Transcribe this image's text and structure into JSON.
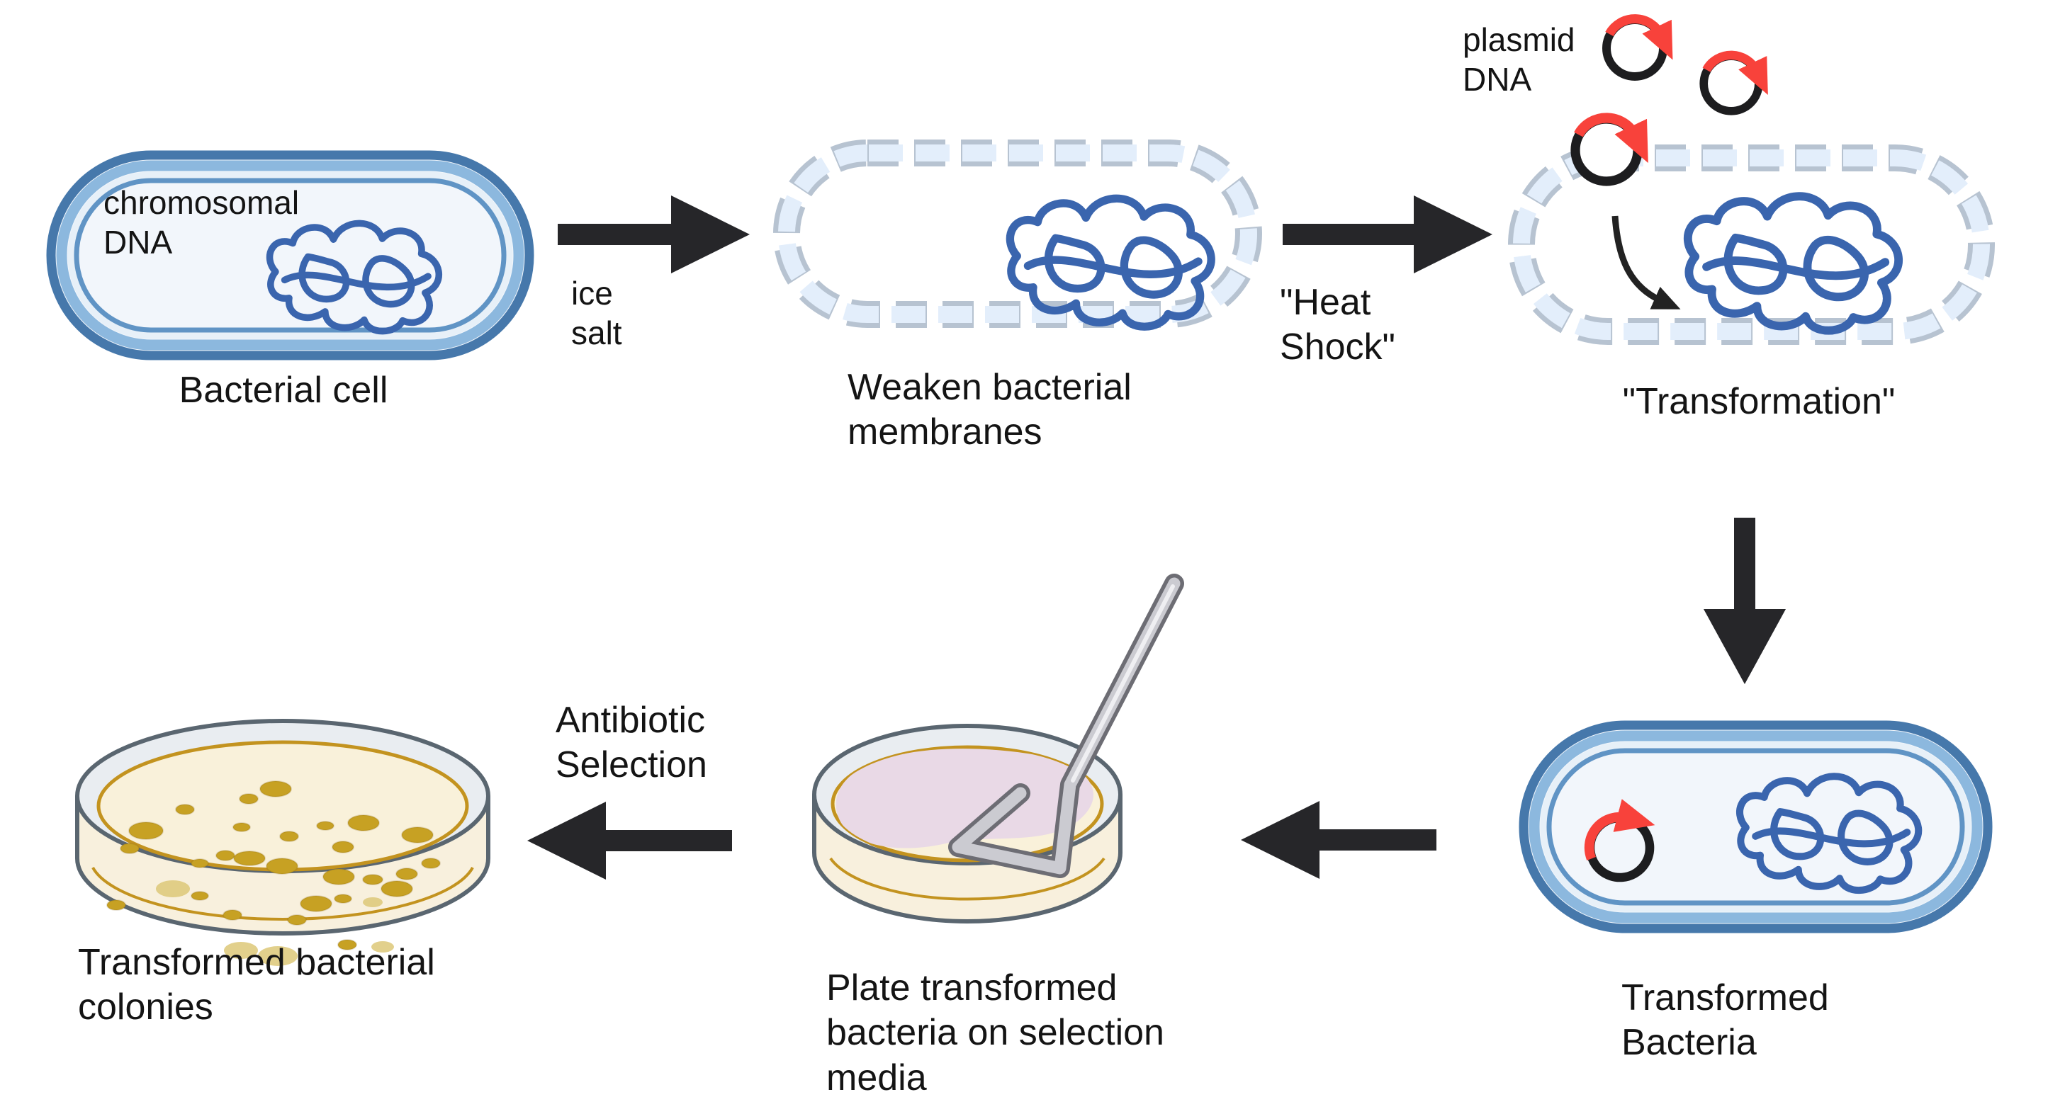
{
  "colors": {
    "membrane_dark": "#4678ab",
    "membrane_light": "#8cb8de",
    "membrane_pale": "#e7f0f8",
    "membrane_inner": "#6094c5",
    "cell_fill": "#f2f6fb",
    "dashed_gray": "#b7c3d1",
    "dashed_blue": "#e3eefb",
    "dna_blue": "#3a65ae",
    "plasmid_black": "#1d1d1f",
    "plasmid_red": "#f8423b",
    "arrow_black": "#262629",
    "dish_outline": "#5a6670",
    "dish_rim": "#e9edf1",
    "media_cream": "#f9f1da",
    "media_gold": "#c3931f",
    "colony_gold": "#c7a123",
    "colony_pale": "#ddc878",
    "spread_pink": "#e9d9e6",
    "spreader_gray": "#cbcbd1"
  },
  "labels": {
    "chromosomal_dna": "chromosomal\nDNA",
    "bacterial_cell": "Bacterial cell",
    "ice_salt": "ice\nsalt",
    "weaken_membranes": "Weaken bacterial\nmembranes",
    "heat_shock": "\"Heat\nShock\"",
    "plasmid_dna": "plasmid\nDNA",
    "transformation": "\"Transformation\"",
    "transformed_bacteria": "Transformed\nBacteria",
    "plate_bacteria": "Plate transformed\nbacteria on selection\nmedia",
    "antibiotic_selection": "Antibiotic\nSelection",
    "transformed_colonies": "Transformed bacterial\ncolonies"
  }
}
